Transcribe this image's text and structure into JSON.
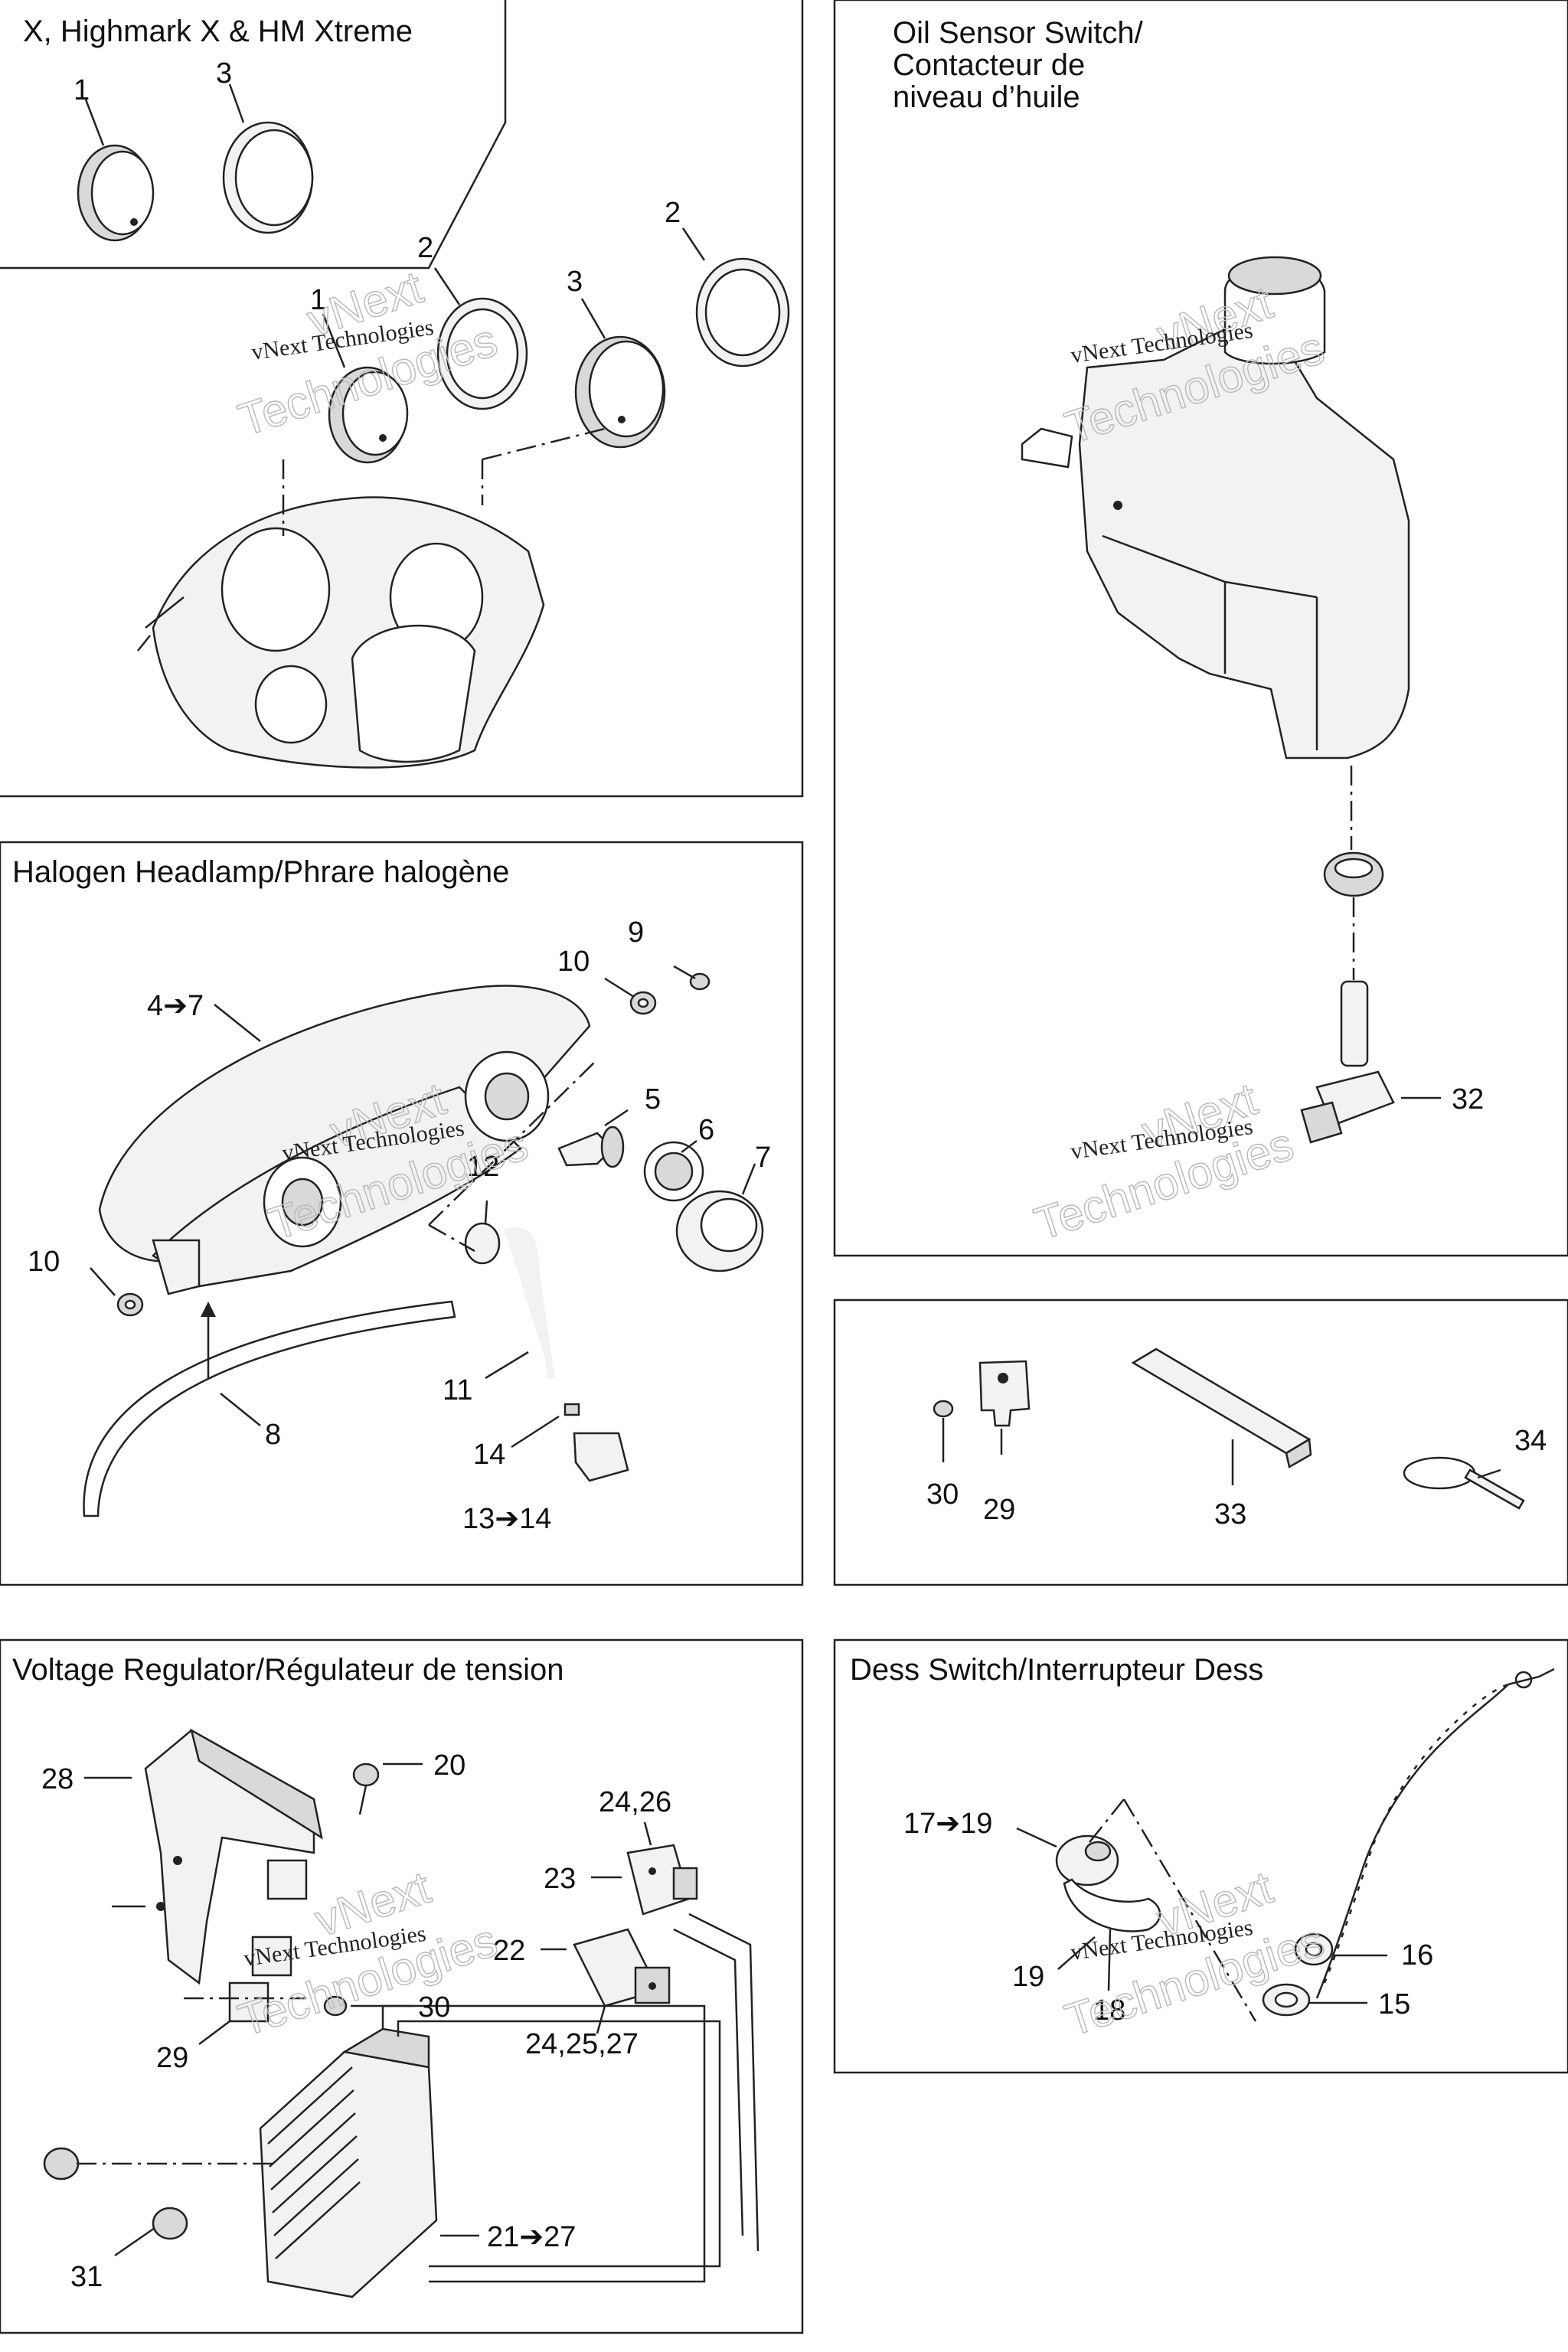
{
  "panels": {
    "gauge": {
      "title": "X, Highmark X & HM Xtreme"
    },
    "oil": {
      "title_lines": [
        "Oil Sensor Switch/",
        "Contacteur de",
        "niveau d’huile"
      ]
    },
    "headlamp": {
      "title": "Halogen Headlamp/Phrare halogène"
    },
    "hardware": {
      "title": ""
    },
    "regulator": {
      "title": "Voltage Regulator/Régulateur de tension"
    },
    "dess": {
      "title": "Dess Switch/Interrupteur Dess"
    }
  },
  "callouts": {
    "g1a": "1",
    "g3a": "3",
    "g2a": "2",
    "g2b": "2",
    "g1b": "1",
    "g3b": "3",
    "h9": "9",
    "h10a": "10",
    "h4": "4➔7",
    "h5": "5",
    "h6": "6",
    "h7": "7",
    "h12": "12",
    "h10b": "10",
    "h11": "11",
    "h8": "8",
    "h14": "14",
    "h13": "13➔14",
    "o32": "32",
    "k30": "30",
    "k29": "29",
    "k33": "33",
    "k34": "34",
    "r28": "28",
    "r20": "20",
    "r2426": "24,26",
    "r23": "23",
    "r22": "22",
    "r30": "30",
    "r29": "29",
    "r242527": "24,25,27",
    "r21": "21➔27",
    "r31": "31",
    "d1719": "17➔19",
    "d16": "16",
    "d19": "19",
    "d18": "18",
    "d15": "15"
  },
  "watermark": {
    "line1": "vNext Technologies",
    "line2": "Technologies",
    "line3": "vNext"
  }
}
